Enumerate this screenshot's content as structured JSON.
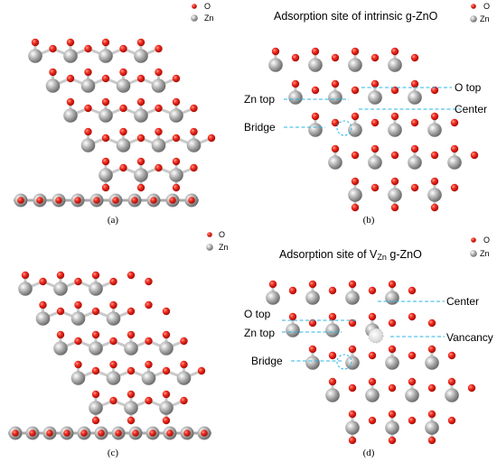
{
  "legend": {
    "o_label": "O",
    "zn_label": "Zn"
  },
  "captions": {
    "a": "(a)",
    "b": "(b)",
    "c": "(c)",
    "d": "(d)"
  },
  "titles": {
    "b": "Adsorption site of intrinsic g-ZnO",
    "d_prefix": "Adsorption site of V",
    "d_sub": "Zn",
    "d_suffix": " g-ZnO"
  },
  "sites_b": {
    "zn_top": "Zn top",
    "bridge": "Bridge",
    "o_top": "O top",
    "center": "Center"
  },
  "sites_d": {
    "o_top": "O top",
    "zn_top": "Zn top",
    "bridge": "Bridge",
    "center": "Center",
    "vacancy": "Vancancy"
  },
  "colors": {
    "oxygen": "#e8231c",
    "zinc": "#a9a9a9",
    "bond": "#c9c9c9",
    "site_line": "#29b6e6"
  }
}
